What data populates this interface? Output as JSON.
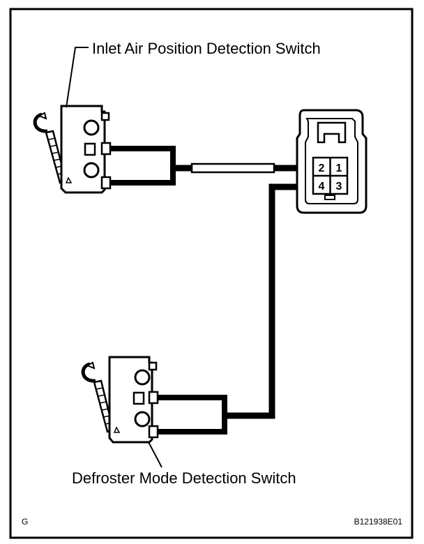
{
  "labels": {
    "inlet_switch": "Inlet Air Position Detection Switch",
    "defroster_switch": "Defroster Mode Detection Switch",
    "corner_letter": "G",
    "figure_code": "B121938E01"
  },
  "connector": {
    "pins": [
      "2",
      "1",
      "4",
      "3"
    ]
  }
}
